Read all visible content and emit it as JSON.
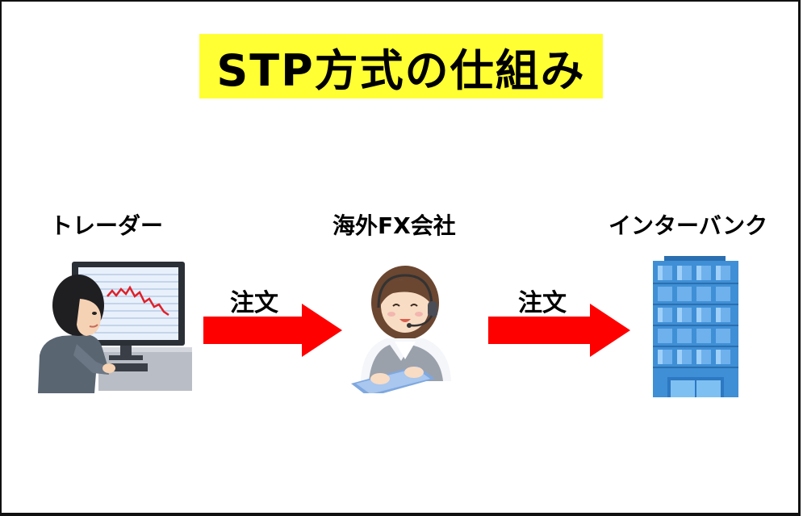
{
  "title": "STP方式の仕組み",
  "nodes": {
    "trader": "トレーダー",
    "broker": "海外FX会社",
    "bank": "インターバンク"
  },
  "edges": [
    {
      "label": "注文"
    },
    {
      "label": "注文"
    }
  ],
  "colors": {
    "title_highlight": "#ffff33",
    "arrow": "#ff0000",
    "chart_line": "#e0202a",
    "building_glass": "#3f8fd6"
  },
  "icons": {
    "trader": "trader-at-computer-icon",
    "broker": "call-center-operator-icon",
    "bank": "office-building-icon"
  }
}
